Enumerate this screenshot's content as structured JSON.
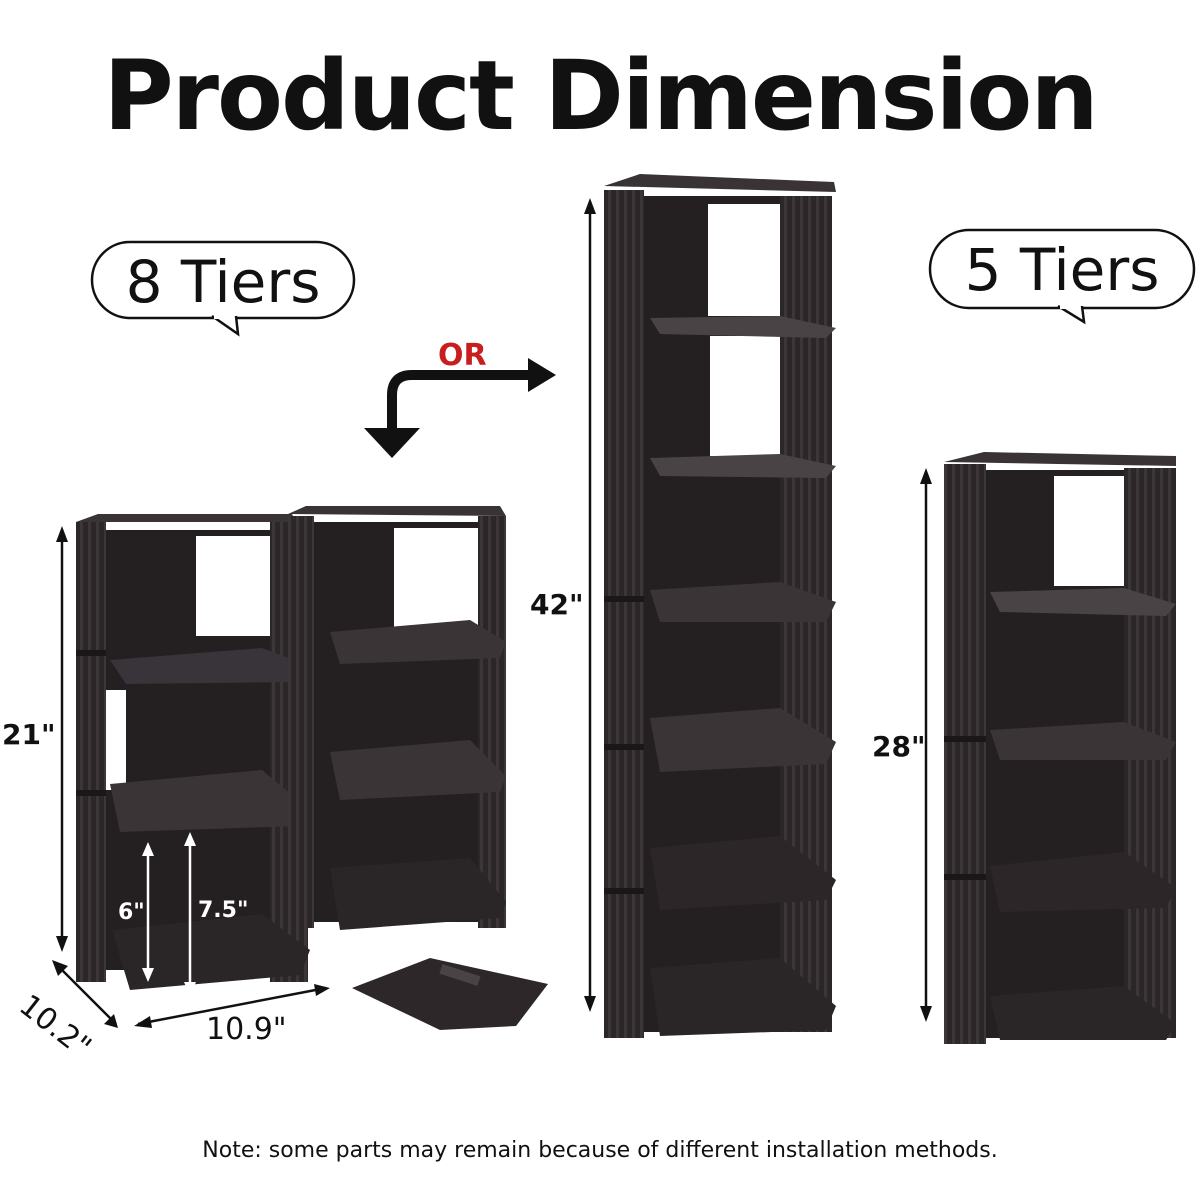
{
  "title": "Product Dimension",
  "labels": {
    "eight_tiers": "8 Tiers",
    "five_tiers": "5 Tiers",
    "or": "OR"
  },
  "dimensions": {
    "height_21": "21\"",
    "width_10_9": "10.9\"",
    "depth_10_2": "10.2\"",
    "gap_6": "6\"",
    "gap_7_5": "7.5\"",
    "height_42": "42\"",
    "height_28": "28\""
  },
  "note": "Note: some parts may remain because of different installation methods.",
  "colors": {
    "shelf": "#2b2628",
    "shelf_dark": "#1b1718",
    "shelf_light": "#4a4345",
    "or_red": "#c81e1e",
    "text": "#111111"
  }
}
